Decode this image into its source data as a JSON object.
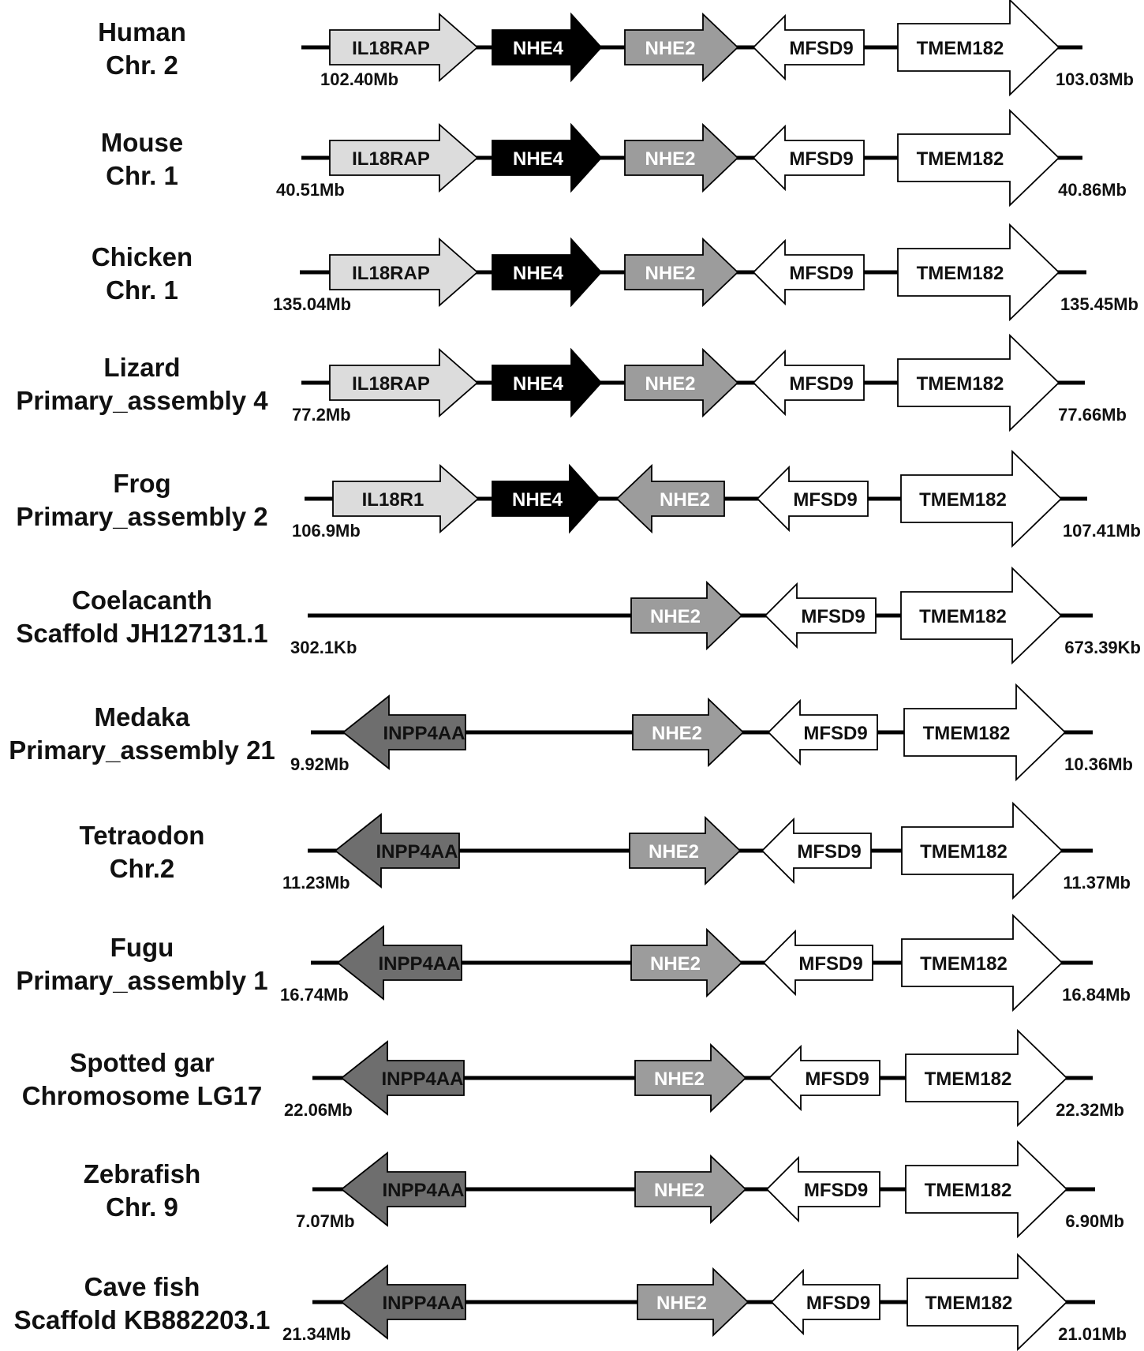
{
  "colors": {
    "IL18RAP": "#dcdcdc",
    "IL18R1": "#dcdcdc",
    "NHE4": "#000000",
    "NHE2": "#9c9c9c",
    "MFSD9": "#ffffff",
    "TMEM182": "#ffffff",
    "INPP4AA": "#6e6e6e",
    "text_dark": "#111111",
    "text_light": "#ffffff"
  },
  "rows": [
    {
      "species": [
        "Human",
        "Chr. 2"
      ],
      "start": "102.40Mb",
      "end": "103.03Mb",
      "genes": [
        {
          "name": "IL18RAP",
          "dir": "right"
        },
        {
          "name": "NHE4",
          "dir": "right"
        },
        {
          "name": "NHE2",
          "dir": "right"
        },
        {
          "name": "MFSD9",
          "dir": "left"
        },
        {
          "name": "TMEM182",
          "dir": "right"
        }
      ]
    },
    {
      "species": [
        "Mouse",
        "Chr. 1"
      ],
      "start": "40.51Mb",
      "end": "40.86Mb",
      "genes": [
        {
          "name": "IL18RAP",
          "dir": "right"
        },
        {
          "name": "NHE4",
          "dir": "right"
        },
        {
          "name": "NHE2",
          "dir": "right"
        },
        {
          "name": "MFSD9",
          "dir": "left"
        },
        {
          "name": "TMEM182",
          "dir": "right"
        }
      ]
    },
    {
      "species": [
        "Chicken",
        "Chr. 1"
      ],
      "start": "135.04Mb",
      "end": "135.45Mb",
      "genes": [
        {
          "name": "IL18RAP",
          "dir": "right"
        },
        {
          "name": "NHE4",
          "dir": "right"
        },
        {
          "name": "NHE2",
          "dir": "right"
        },
        {
          "name": "MFSD9",
          "dir": "left"
        },
        {
          "name": "TMEM182",
          "dir": "right"
        }
      ]
    },
    {
      "species": [
        "Lizard",
        "Primary_assembly 4"
      ],
      "start": "77.2Mb",
      "end": "77.66Mb",
      "genes": [
        {
          "name": "IL18RAP",
          "dir": "right"
        },
        {
          "name": "NHE4",
          "dir": "right"
        },
        {
          "name": "NHE2",
          "dir": "right"
        },
        {
          "name": "MFSD9",
          "dir": "left"
        },
        {
          "name": "TMEM182",
          "dir": "right"
        }
      ]
    },
    {
      "species": [
        "Frog",
        "Primary_assembly 2"
      ],
      "start": "106.9Mb",
      "end": "107.41Mb",
      "genes": [
        {
          "name": "IL18R1",
          "dir": "right"
        },
        {
          "name": "NHE4",
          "dir": "right"
        },
        {
          "name": "NHE2",
          "dir": "left"
        },
        {
          "name": "MFSD9",
          "dir": "left"
        },
        {
          "name": "TMEM182",
          "dir": "right"
        }
      ]
    },
    {
      "species": [
        "Coelacanth",
        "Scaffold JH127131.1"
      ],
      "start": "302.1Kb",
      "end": "673.39Kb",
      "genes": [
        {
          "name": "NHE2",
          "dir": "right"
        },
        {
          "name": "MFSD9",
          "dir": "left"
        },
        {
          "name": "TMEM182",
          "dir": "right"
        }
      ]
    },
    {
      "species": [
        "Medaka",
        "Primary_assembly 21"
      ],
      "start": "9.92Mb",
      "end": "10.36Mb",
      "genes": [
        {
          "name": "INPP4AA",
          "dir": "left"
        },
        {
          "name": "NHE2",
          "dir": "right"
        },
        {
          "name": "MFSD9",
          "dir": "left"
        },
        {
          "name": "TMEM182",
          "dir": "right"
        }
      ]
    },
    {
      "species": [
        "Tetraodon",
        "Chr.2"
      ],
      "start": "11.23Mb",
      "end": "11.37Mb",
      "genes": [
        {
          "name": "INPP4AA",
          "dir": "left"
        },
        {
          "name": "NHE2",
          "dir": "right"
        },
        {
          "name": "MFSD9",
          "dir": "left"
        },
        {
          "name": "TMEM182",
          "dir": "right"
        }
      ]
    },
    {
      "species": [
        "Fugu",
        "Primary_assembly 1"
      ],
      "start": "16.74Mb",
      "end": "16.84Mb",
      "genes": [
        {
          "name": "INPP4AA",
          "dir": "left"
        },
        {
          "name": "NHE2",
          "dir": "right"
        },
        {
          "name": "MFSD9",
          "dir": "left"
        },
        {
          "name": "TMEM182",
          "dir": "right"
        }
      ]
    },
    {
      "species": [
        "Spotted gar",
        "Chromosome LG17"
      ],
      "start": "22.06Mb",
      "end": "22.32Mb",
      "genes": [
        {
          "name": "INPP4AA",
          "dir": "left"
        },
        {
          "name": "NHE2",
          "dir": "right"
        },
        {
          "name": "MFSD9",
          "dir": "left"
        },
        {
          "name": "TMEM182",
          "dir": "right"
        }
      ]
    },
    {
      "species": [
        "Zebrafish",
        "Chr. 9"
      ],
      "start": "7.07Mb",
      "end": "6.90Mb",
      "genes": [
        {
          "name": "INPP4AA",
          "dir": "left"
        },
        {
          "name": "NHE2",
          "dir": "right"
        },
        {
          "name": "MFSD9",
          "dir": "left"
        },
        {
          "name": "TMEM182",
          "dir": "right"
        }
      ]
    },
    {
      "species": [
        "Cave fish",
        "Scaffold KB882203.1"
      ],
      "start": "21.34Mb",
      "end": "21.01Mb",
      "genes": [
        {
          "name": "INPP4AA",
          "dir": "left"
        },
        {
          "name": "NHE2",
          "dir": "right"
        },
        {
          "name": "MFSD9",
          "dir": "left"
        },
        {
          "name": "TMEM182",
          "dir": "right"
        }
      ]
    }
  ]
}
